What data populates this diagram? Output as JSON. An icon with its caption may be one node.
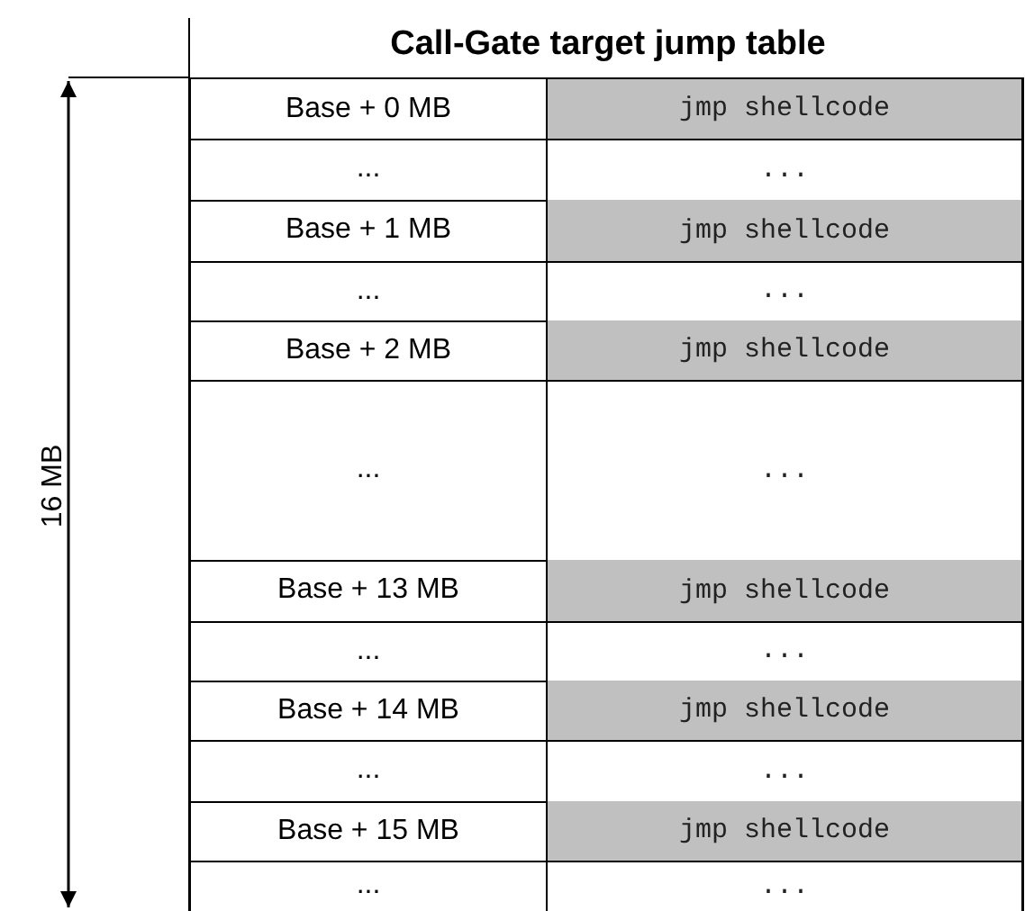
{
  "diagram": {
    "title": "Call-Gate target jump table",
    "labels": [
      "16 MB",
      "Base + 0 MB",
      "jmp shellcode",
      "...",
      "...",
      "Base + 1 MB",
      "jmp shellcode",
      "...",
      "...",
      "Base + 2 MB",
      "jmp shellcode",
      "...",
      "...",
      "Base + 13 MB",
      "jmp shellcode",
      "...",
      "...",
      "Base + 14 MB",
      "jmp shellcode",
      "...",
      "...",
      "Base + 15 MB",
      "jmp shellcode",
      "...",
      "..."
    ]
  }
}
